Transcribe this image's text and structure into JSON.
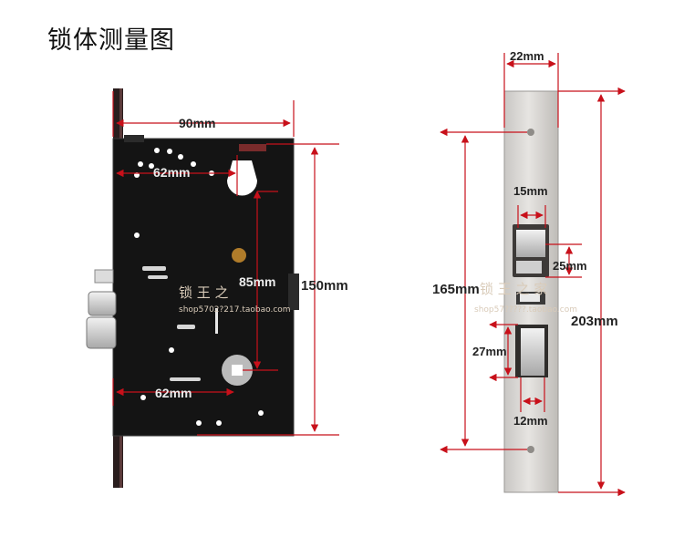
{
  "title": "锁体测量图",
  "left_view": {
    "width_90": "90mm",
    "offset_62": "62mm",
    "center_85": "85mm",
    "height_150": "150mm",
    "bottom_62": "62mm"
  },
  "right_view": {
    "faceplate_22": "22mm",
    "latch_15": "15mm",
    "latch_25": "25mm",
    "screws_165": "165mm",
    "length_203": "203mm",
    "bolt_27": "27mm",
    "bolt_12": "12mm"
  },
  "watermark": {
    "left_chars": "锁 王 之",
    "right_chars": "锁 王 之 家",
    "shop_left": "shop5702?217.taobao.com",
    "shop_right": "shop57?????.taobao.com"
  },
  "colors": {
    "dimension_red": "#c8101a",
    "lock_body": "#121212",
    "faceplate": "#d8d6d3"
  }
}
